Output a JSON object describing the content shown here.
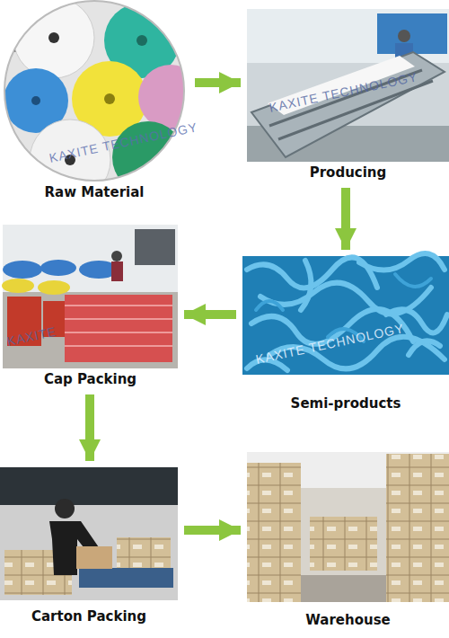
{
  "diagram": {
    "nodes": [
      {
        "text": [
          "Raw Material"
        ]
      },
      {
        "text": [
          "Producing"
        ]
      },
      {
        "text": [
          "Semi-products"
        ]
      },
      {
        "text": [
          "Cap Packing"
        ]
      },
      {
        "text": [
          "Carton Packing"
        ]
      },
      {
        "text": [
          "Warehouse"
        ]
      }
    ],
    "edges": [
      {
        "from": 0,
        "to": 1,
        "arrow": "to"
      },
      {
        "from": 1,
        "to": 2,
        "arrow": "to"
      },
      {
        "from": 2,
        "to": 3,
        "arrow": "to"
      },
      {
        "from": 3,
        "to": 4,
        "arrow": "to"
      },
      {
        "from": 4,
        "to": 5,
        "arrow": "to"
      }
    ],
    "labels": [
      "KAXITE TECHNOLOGY",
      "KAXITE TECHNOLOGY",
      "KAXITE",
      "KAXITE TECHNOLOGY"
    ]
  }
}
